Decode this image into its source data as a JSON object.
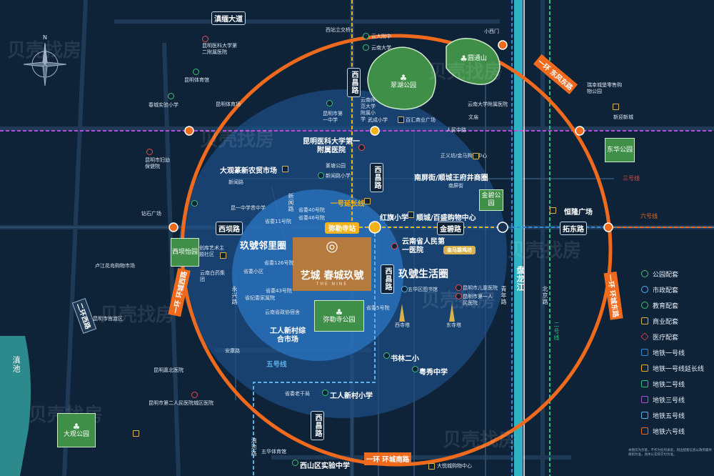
{
  "rings": {
    "first_ring_east": "一环 东风东路",
    "first_ring_west": "一环 环城西路",
    "first_ring_south": "一环 环城南路",
    "first_ring_east_right": "一环 环城东路"
  },
  "roads": {
    "dian_mian": "滇缅大道",
    "xichang_n": "西昌路",
    "xichang_m": "西昌路",
    "xichang_s": "西昌路",
    "xiba": "西坝路",
    "jinbi": "金碧路",
    "tuodong": "拓东路",
    "xinwen": "新闻路",
    "renmin_zhong": "人民中路",
    "nanping": "南屏街",
    "yongxin": "永兴路",
    "anbu": "安康路",
    "dongfeng_e": "东风东路",
    "xichang_small": "西昌路",
    "xinwen_v": "新闻路",
    "xiao_ximen": "小西门",
    "beijing": "北京路",
    "qingnian": "青年路",
    "huaqing": "环城南路",
    "chengdu": "滇池路",
    "panlong": "盘龙江",
    "dianchi": "滇池",
    "erhuan_xi": "二环西路",
    "xiangji": "翠湖",
    "jinsha": "金马碧鸡坊"
  },
  "project": {
    "name": "艺城 春城玖號",
    "name_en": "THE NINE"
  },
  "circles": {
    "neighborhood": "玖號邻里圈",
    "life": "玖號生活圈"
  },
  "metro": {
    "line1_ext": "一号延长线",
    "line5": "五号线",
    "line2": "二号线",
    "line3": "三号线",
    "line6": "六号线",
    "station_mile": "弥勒寺站"
  },
  "parks": {
    "cuihu": "翠湖公园",
    "yuantong": "圆通山",
    "donghua": "东华公园",
    "jinbi": "金碧公园",
    "xiba_yi": "西坝怡园",
    "mile": "弥勒寺公园",
    "daguan": "大观公园"
  },
  "big_labels": {
    "daguan_market": "大观篆新农贸市场",
    "kunyi": "昆明医科大学第一附属医院",
    "hongqi": "红旗小学",
    "shuncheng": "顺城/百盛购物中心",
    "nanpingjie": "南屏街/顺城王府井商圈",
    "yunnan_hosp": "云南省人民第一医院",
    "gongren_market": "工人新村综合市场",
    "shulin": "书林二小",
    "yuexiu": "粤秀中学",
    "gongren_school": "工人新村小学",
    "xishan_school": "西山区实验中学",
    "hengrui": "恒隆广场"
  },
  "pois": [
    "西站立交桥",
    "云大附中",
    "云南大学",
    "昆明医科大学第二附属医院",
    "昆明体育馆",
    "春城实验小学",
    "昆明体育场",
    "昆明市第一中学",
    "云南师范大学附属小学",
    "武成小学",
    "百汇商业广场",
    "云南大学附属医院",
    "文庙",
    "瑞幸城堡零售购物公园",
    "新迎新城",
    "昆明市妇幼保健院",
    "篆塘公园",
    "新闻路小学",
    "正义坊/金马购物中心",
    "钻石广场",
    "昆一中学贵中学",
    "省委40号院",
    "省委46号院",
    "省委11号院",
    "创库艺术主题社区",
    "云南白药集团",
    "卢江花岛购物市场",
    "省委小区",
    "省委126号院",
    "省委43号院",
    "省纪委家属院",
    "云南省政协宿舍",
    "省委5号院",
    "西寺塔",
    "东寺塔",
    "五华区图书馆",
    "昆明市儿童医院",
    "昆明市第一人民医院",
    "昆明市官渡区",
    "昆明嘉北医院",
    "昆明市第二人民医院城区医院",
    "省委老干局",
    "五华体育馆",
    "大悦城购物中心"
  ],
  "legend": [
    {
      "label": "公园配套",
      "color": "#3fbf75",
      "shape": "circle"
    },
    {
      "label": "市政配套",
      "color": "#5ab0e8",
      "shape": "circle"
    },
    {
      "label": "教育配套",
      "color": "#3fbf75",
      "shape": "circle"
    },
    {
      "label": "商业配套",
      "color": "#d9b14a",
      "shape": "square"
    },
    {
      "label": "医疗配套",
      "color": "#e84b4b",
      "shape": "diamond"
    },
    {
      "label": "地铁一号线",
      "color": "#2f8bd6",
      "shape": "square"
    },
    {
      "label": "地铁一号线延长线",
      "color": "#f2b21b",
      "shape": "square"
    },
    {
      "label": "地铁二号线",
      "color": "#2ec27e",
      "shape": "square"
    },
    {
      "label": "地铁三号线",
      "color": "#b24fd6",
      "shape": "square"
    },
    {
      "label": "地铁五号线",
      "color": "#5ab0e8",
      "shape": "square"
    },
    {
      "label": "地铁六号线",
      "color": "#f06a1e",
      "shape": "square"
    }
  ],
  "watermark": "贝壳找房",
  "footnote": "本图仅为示意，不作为任何承诺，周边配套信息以政府最终规划为准，具体以实际交付为准。",
  "colors": {
    "background": "#0e2238",
    "ring": "#f06a1e",
    "project": "#b57a3e",
    "park": "#3f8f49",
    "line1_ext": "#f2b21b",
    "line5": "#5ab0e8",
    "line2": "#2ec27e",
    "line3": "#b24fd6"
  }
}
